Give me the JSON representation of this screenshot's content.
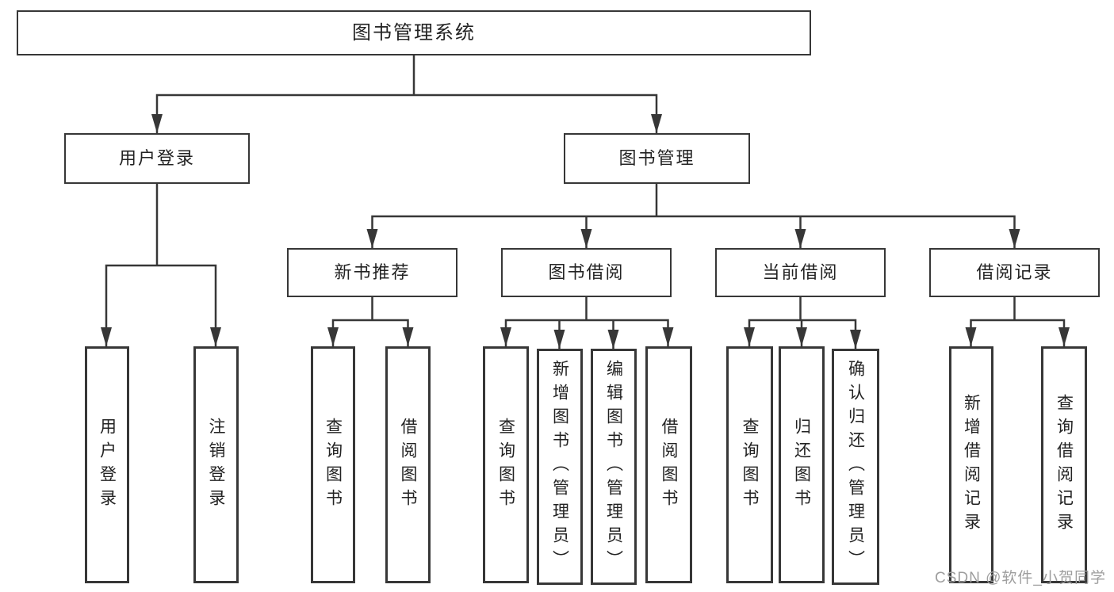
{
  "diagram": {
    "root": "图书管理系统",
    "level2": [
      {
        "label": "用户登录",
        "children": [
          "用户登录",
          "注销登录"
        ]
      },
      {
        "label": "图书管理",
        "groups": [
          {
            "label": "新书推荐",
            "children": [
              "查询图书",
              "借阅图书"
            ]
          },
          {
            "label": "图书借阅",
            "children": [
              "查询图书",
              "新增图书（管理员）",
              "编辑图书（管理员）",
              "借阅图书"
            ]
          },
          {
            "label": "当前借阅",
            "children": [
              "查询图书",
              "归还图书",
              "确认归还（管理员）"
            ]
          },
          {
            "label": "借阅记录",
            "children": [
              "新增借阅记录",
              "查询借阅记录"
            ]
          }
        ]
      }
    ]
  },
  "colors": {
    "line": "#373737",
    "border": "#373737",
    "text": "#232323",
    "watermark": "#9e9e9e",
    "background": "#ffffff"
  },
  "watermark": {
    "text": "CSDN @软件_小贺同学"
  }
}
